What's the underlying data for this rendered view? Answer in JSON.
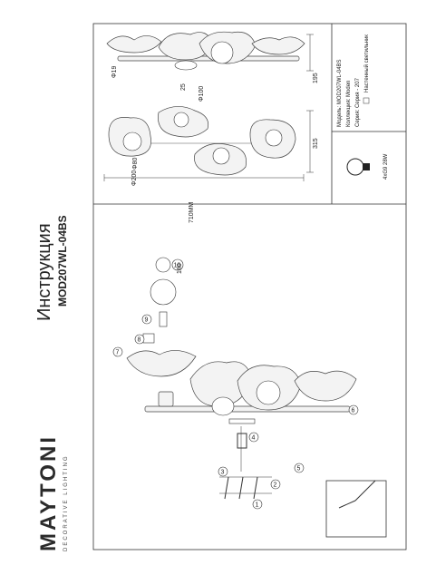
{
  "brand": {
    "name": "MAYTONI",
    "tagline": "DECORATIVE LIGHTING"
  },
  "title": "Инструкция",
  "model_code": "MOD207WL-04BS",
  "dimensions": {
    "width": "710MM",
    "depth": "315",
    "height": "195",
    "diam_200": "Φ200",
    "diam_80": "Φ80",
    "diam_100": "Φ100",
    "diam_19": "Φ19",
    "offset_25": "25"
  },
  "spec": {
    "model": {
      "label": "Модель:",
      "value": "MOD207WL-04BS"
    },
    "collection": {
      "label": "Коллекция:",
      "value": "Moden"
    },
    "series": {
      "label": "Серия:",
      "value": "Серия - 207"
    },
    "type_value": "Настенный светильник"
  },
  "bulb_text": "4xG9 28W",
  "steps": [
    "1",
    "2",
    "3",
    "4",
    "5",
    "6",
    "7",
    "8",
    "9",
    "10"
  ],
  "angle_label": "180"
}
